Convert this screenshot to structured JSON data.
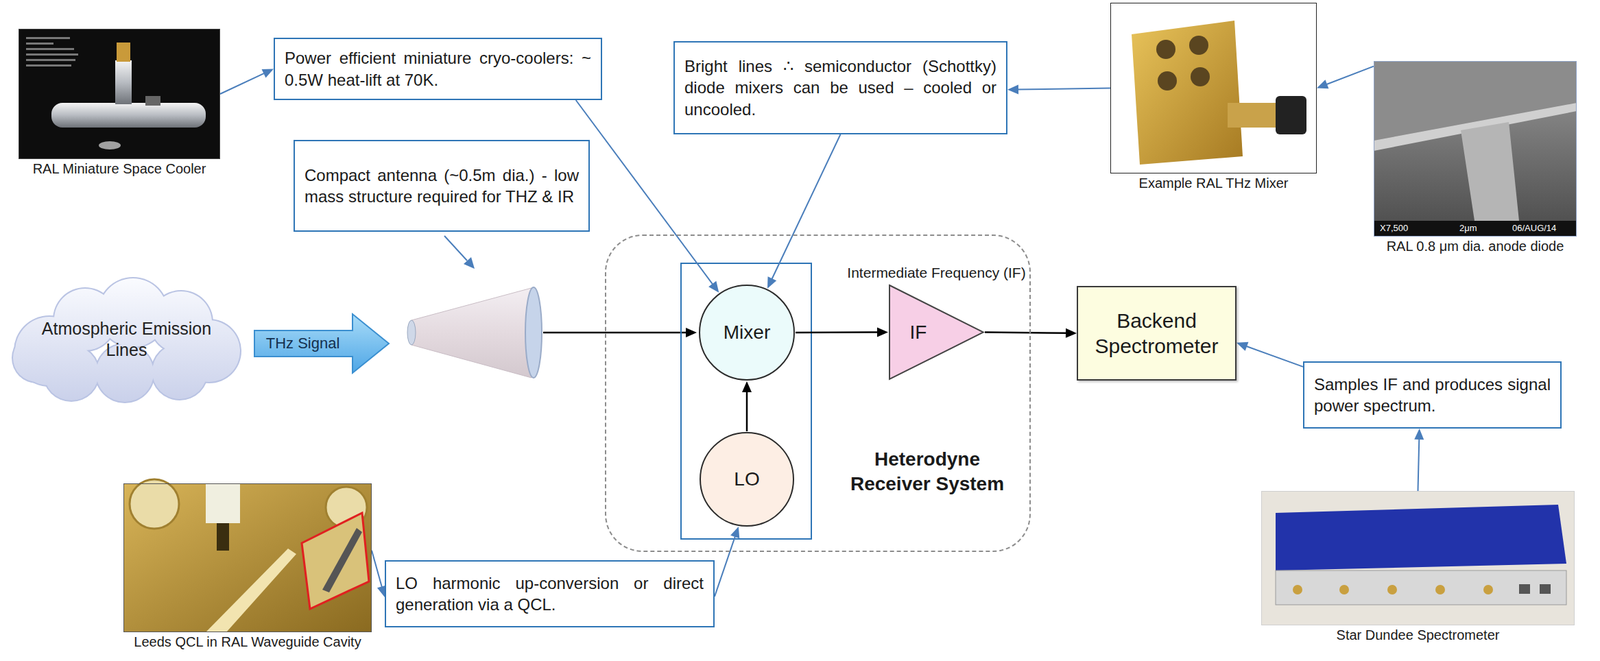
{
  "diagram": {
    "nodes": [
      {
        "text": [
          "RAL Miniature Space Cooler"
        ]
      },
      {
        "text": [
          "Power efficient miniature cryo-coolers: ~ 0.5W heat-lift at 70K."
        ]
      },
      {
        "text": [
          "Compact antenna (~0.5m dia.) - low mass structure required for THZ & IR"
        ]
      },
      {
        "text": [
          "Bright lines ∴ semiconductor (Schottky) diode mixers can be used – cooled or uncooled."
        ]
      },
      {
        "text": [
          "Example RAL THz Mixer"
        ]
      },
      {
        "text": [
          "RAL 0.8 μm dia. anode diode"
        ]
      },
      {
        "text": [
          "Atmospheric Emission Lines"
        ]
      },
      {
        "text": [
          "THz Signal"
        ]
      },
      {
        "text": [
          "Heterodyne Receiver System"
        ]
      },
      {
        "text": [
          "Mixer"
        ],
        "in": 8
      },
      {
        "text": [
          "LO"
        ],
        "in": 8
      },
      {
        "text": [
          "Intermediate Frequency (IF)",
          "IF"
        ],
        "in": 8
      },
      {
        "text": [
          "Backend Spectrometer"
        ]
      },
      {
        "text": [
          "Samples IF and produces signal power spectrum."
        ]
      },
      {
        "text": [
          "LO harmonic up-conversion or direct generation via a QCL."
        ]
      },
      {
        "text": [
          "Leeds QCL in RAL Waveguide Cavity"
        ]
      },
      {
        "text": [
          "Star Dundee Spectrometer"
        ]
      }
    ],
    "edges": [
      {
        "from": 0,
        "to": 1,
        "arrow": "to"
      },
      {
        "from": 1,
        "to": 9,
        "arrow": "to"
      },
      {
        "from": 3,
        "to": 9,
        "arrow": "to"
      },
      {
        "from": 4,
        "to": 3,
        "arrow": "to"
      },
      {
        "from": 5,
        "to": 4,
        "arrow": "to"
      },
      {
        "from": 10,
        "to": 9,
        "arrow": "to"
      },
      {
        "from": 9,
        "to": 11,
        "arrow": "to"
      },
      {
        "from": 11,
        "to": 12,
        "arrow": "to"
      },
      {
        "from": 13,
        "to": 12,
        "arrow": "to"
      },
      {
        "from": 16,
        "to": 13,
        "arrow": "to"
      },
      {
        "from": 15,
        "to": 14,
        "arrow": "to"
      },
      {
        "from": 14,
        "to": 10,
        "arrow": "to"
      }
    ],
    "labels": [
      "X7,500",
      "2μm",
      "06/AUG/14"
    ]
  }
}
